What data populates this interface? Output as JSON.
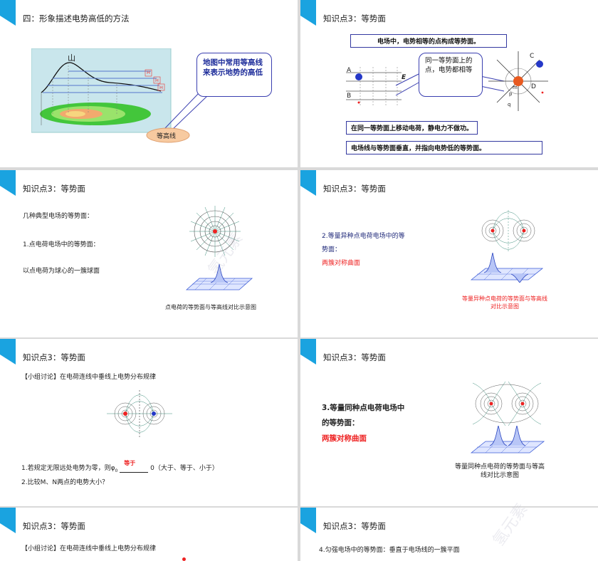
{
  "slides": [
    {
      "title": "四：形象描述电势高低的方法",
      "mountain_label": "山",
      "h_label": "H",
      "contour_label": "等高线",
      "callout": "地图中常用等高线来表示地势的高低"
    },
    {
      "title": "知识点3：等势面",
      "box1": "电场中，电势相等的点构成等势面。",
      "callout": "同一等势面上的点，电势都相等",
      "label_a": "A",
      "label_b": "B",
      "label_e": "E",
      "label_c": "C",
      "label_d": "D",
      "label_m": "m",
      "label_p": "p",
      "label_q": "q",
      "box2": "在同一等势面上移动电荷，静电力不做功。",
      "box3": "电场线与等势面垂直，并指向电势低的等势面。"
    },
    {
      "title": "知识点3：等势面",
      "line1": "几种典型电场的等势面：",
      "line2": "1.点电荷电场中的等势面：",
      "line3": "以点电荷为球心的一簇球面",
      "caption": "点电荷的等势面与等高线对比示意图"
    },
    {
      "title": "知识点3：等势面",
      "line1": "2.等量异种点电荷电场中的等",
      "line2": "势面：",
      "line3": "两簇对称曲面",
      "caption": "等量异种点电荷的等势面与等高线对比示意图"
    },
    {
      "title": "知识点3：等势面",
      "discussion": "【小组讨论】在电荷连线中垂线上电势分布规律",
      "q1_pre": "1.若规定无限远处电势为零，则φ",
      "q1_sub": "0",
      "q1_answer": "等于",
      "q1_post": "0（大于、等于、小于）",
      "q2": "2.比较M、N两点的电势大小？"
    },
    {
      "title": "知识点3：等势面",
      "line1": "3.等量同种点电荷电场中",
      "line2": "的等势面：",
      "line3": "两簇对称曲面",
      "caption": "等量同种点电荷的等势面与等高线对比示意图"
    },
    {
      "title": "知识点3：等势面",
      "discussion": "【小组讨论】在电荷连线中垂线上电势分布规律"
    },
    {
      "title": "知识点3：等势面",
      "line1": "4.匀强电场中的等势面：垂直于电场线的一簇平面"
    }
  ],
  "watermark": "氢元素",
  "colors": {
    "accent": "#1aa3e0",
    "navy": "#202a7a",
    "red": "#e22222",
    "border": "#3338a0"
  }
}
